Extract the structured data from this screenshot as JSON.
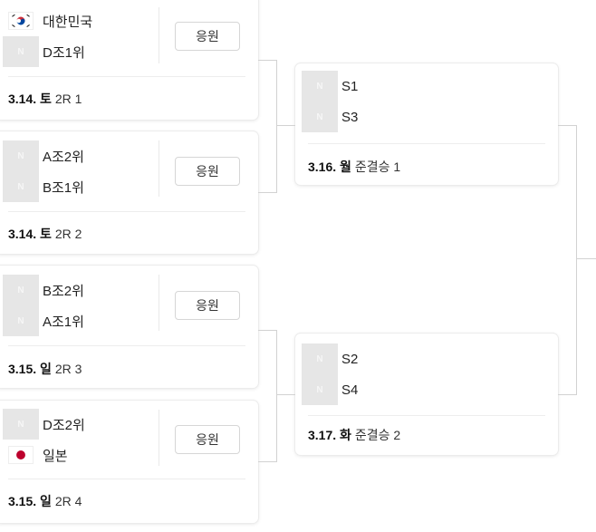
{
  "placeholder_text": "N",
  "round2": [
    {
      "teams": [
        {
          "name": "대한민국",
          "flag": "korea-flag-icon"
        },
        {
          "name": "D조1위",
          "flag": "placeholder"
        }
      ],
      "cheer_label": "응원",
      "date": "3.14.",
      "day": "토",
      "label": "2R 1"
    },
    {
      "teams": [
        {
          "name": "A조2위",
          "flag": "placeholder"
        },
        {
          "name": "B조1위",
          "flag": "placeholder"
        }
      ],
      "cheer_label": "응원",
      "date": "3.14.",
      "day": "토",
      "label": "2R 2"
    },
    {
      "teams": [
        {
          "name": "B조2위",
          "flag": "placeholder"
        },
        {
          "name": "A조1위",
          "flag": "placeholder"
        }
      ],
      "cheer_label": "응원",
      "date": "3.15.",
      "day": "일",
      "label": "2R 3"
    },
    {
      "teams": [
        {
          "name": "D조2위",
          "flag": "placeholder"
        },
        {
          "name": "일본",
          "flag": "japan-flag-icon"
        }
      ],
      "cheer_label": "응원",
      "date": "3.15.",
      "day": "일",
      "label": "2R 4"
    }
  ],
  "semifinals": [
    {
      "teams": [
        {
          "name": "S1"
        },
        {
          "name": "S3"
        }
      ],
      "date": "3.16.",
      "day": "월",
      "label": "준결승 1"
    },
    {
      "teams": [
        {
          "name": "S2"
        },
        {
          "name": "S4"
        }
      ],
      "date": "3.17.",
      "day": "화",
      "label": "준결승 2"
    }
  ],
  "colors": {
    "korea_red": "#cd2e3a",
    "korea_blue": "#0047a0",
    "japan_red": "#bc002d",
    "placeholder_bg": "#e6e6e6"
  }
}
